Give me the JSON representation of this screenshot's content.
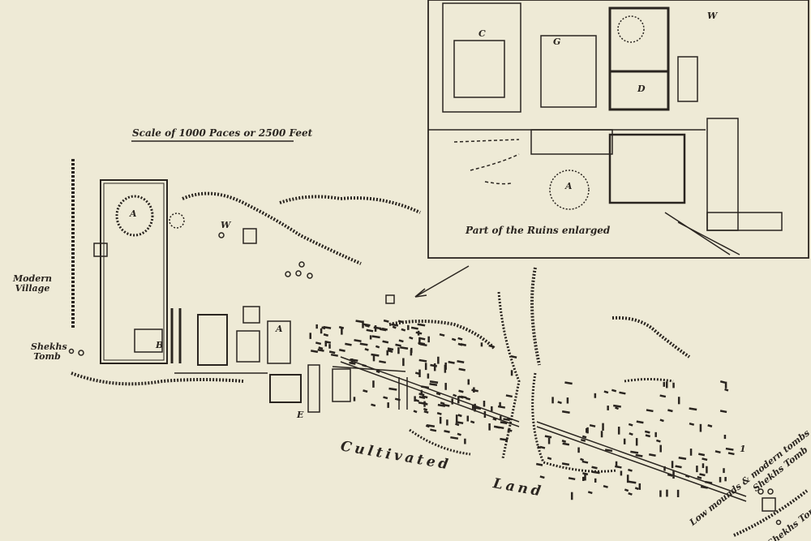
{
  "map": {
    "scale_label": "Scale of 1000 Paces or 2500 Feet",
    "inset_caption": "Part of the Ruins enlarged",
    "labels": {
      "modern_village": "Modern Village",
      "shekhs_tomb_west": "Shekhs Tomb",
      "cultivated_land_1": "Cultivated",
      "cultivated_land_2": "Land",
      "low_mounds": "Low mounds & modern tombs",
      "shekhs_tomb_east": "Shekhs Tomb",
      "shekhs_tomb_southeast": "Shekhs Tomb"
    },
    "markers": {
      "a": "A",
      "b": "B",
      "w": "W",
      "c": "C",
      "g": "G",
      "d": "D",
      "e": "E",
      "one": "1"
    },
    "colors": {
      "paper": "#eeead6",
      "ink": "#2a2520"
    }
  }
}
